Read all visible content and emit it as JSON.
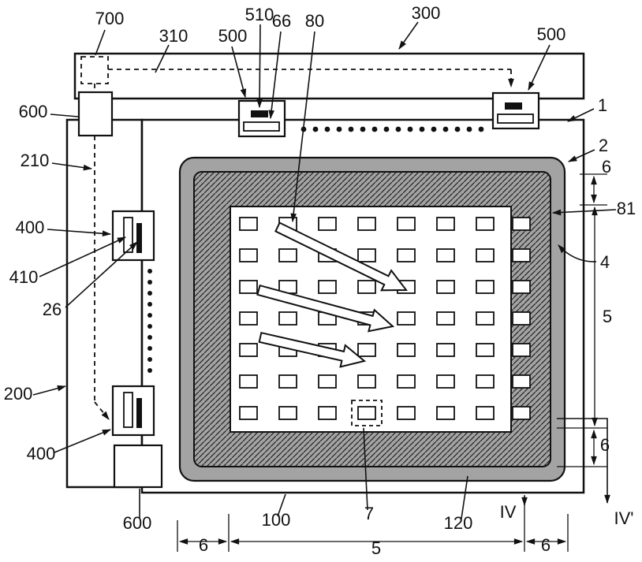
{
  "figure": {
    "type": "patent-drawing-display-panel",
    "reference_labels": {
      "r700": "700",
      "r310": "310",
      "r500_left": "500",
      "r510": "510",
      "r66": "66",
      "r80": "80",
      "r300": "300",
      "r500_right": "500",
      "r1": "1",
      "r2": "2",
      "r81": "81",
      "r4": "4",
      "r600_topleft": "600",
      "r210": "210",
      "r400_top": "400",
      "r410": "410",
      "r26": "26",
      "r200": "200",
      "r400_bottom": "400",
      "r600_bottom": "600",
      "r100": "100",
      "r7": "7",
      "r120": "120"
    },
    "section_markers": {
      "iv": "IV",
      "iv_prime": "IV'"
    },
    "dimensions": {
      "right_top": "6",
      "right_middle": "5",
      "right_bottom": "6",
      "bottom_left": "6",
      "bottom_center": "5",
      "bottom_right": "6"
    },
    "colors": {
      "line": "#111111",
      "seal_gray": "#a3a3a3",
      "background": "#ffffff"
    }
  }
}
